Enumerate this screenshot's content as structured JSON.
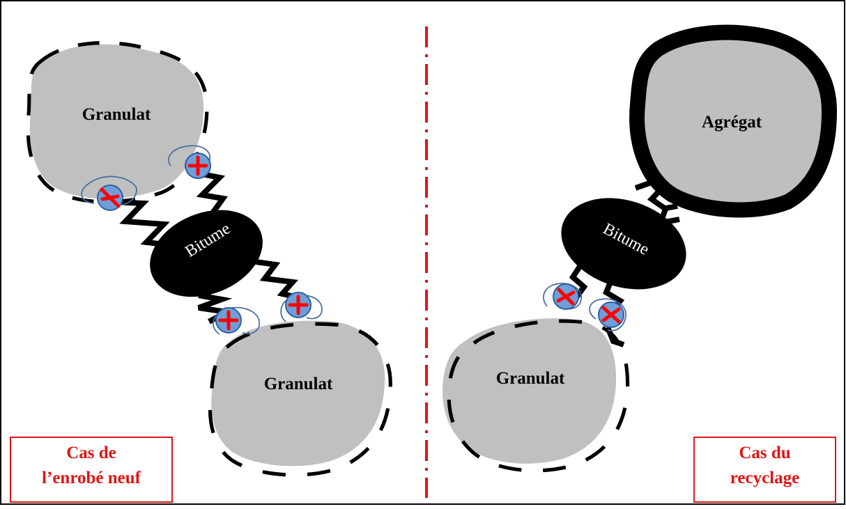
{
  "labels": {
    "granulat_top_left": "Granulat",
    "granulat_bottom_left": "Granulat",
    "granulat_right": "Granulat",
    "agregat": "Agrégat",
    "bitume_left": "Bitume",
    "bitume_right": "Bitume"
  },
  "cases": {
    "left": {
      "line1": "Cas de",
      "line2": "l’enrobé neuf"
    },
    "right": {
      "line1": "Cas du",
      "line2": "recyclage"
    }
  },
  "colors": {
    "granulat_fill": "#c0c0c0",
    "bitume_fill": "#000000",
    "divider": "#e01515",
    "case_border": "#e01515",
    "case_text": "#e01515",
    "charge_fill": "#6f9fd8",
    "charge_stroke": "#2f5f9f",
    "charge_mark": "#ff0000"
  },
  "icons": {
    "charge": "positive-charge-icon"
  }
}
